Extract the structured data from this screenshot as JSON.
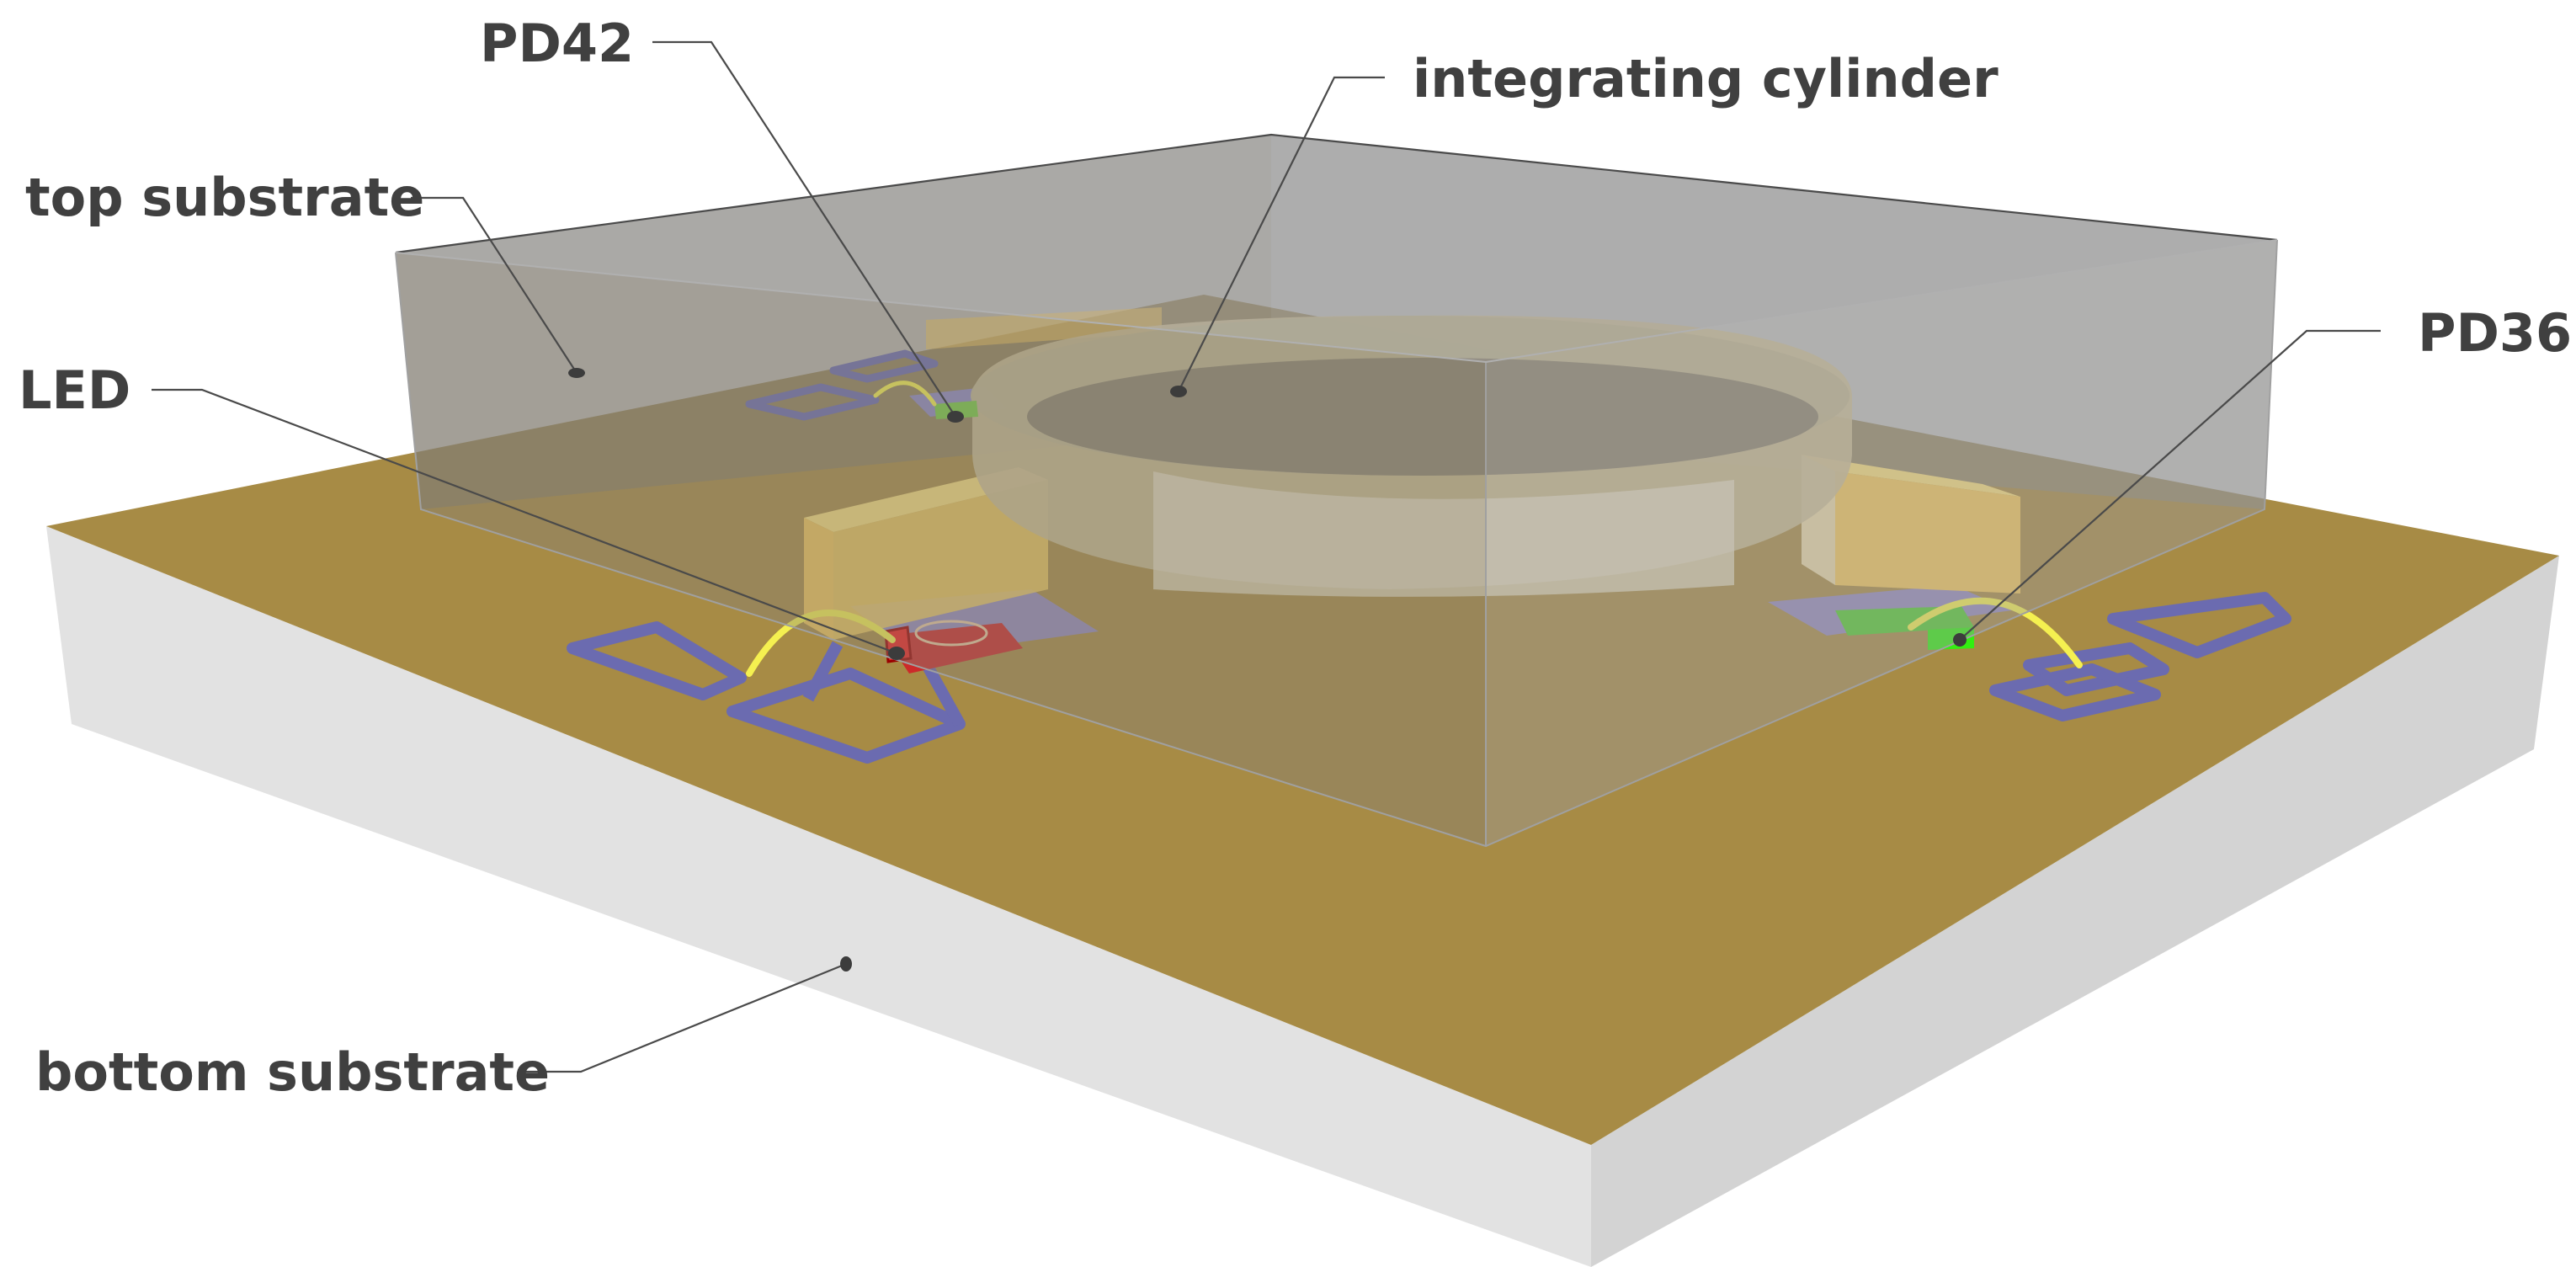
{
  "labels": {
    "pd42": "PD42",
    "integrating_cylinder": "integrating cylinder",
    "top_substrate": "top substrate",
    "led": "LED",
    "pd36": "PD36",
    "bottom_substrate": "bottom substrate"
  },
  "colors": {
    "bottom_substrate_top": "#a78b45",
    "bottom_substrate_front": "#e0e0e0",
    "bottom_substrate_side": "#d4d4d4",
    "top_substrate_glass": "#8a8a8a",
    "cylinder": "#d2c7a6",
    "channel_block": "#f2c75c",
    "traces": "#6b6bb0",
    "bond_wire": "#f5f050",
    "led_chip": "#cc2a2a",
    "pd_chip": "#44dd22",
    "label_text": "#404040"
  }
}
